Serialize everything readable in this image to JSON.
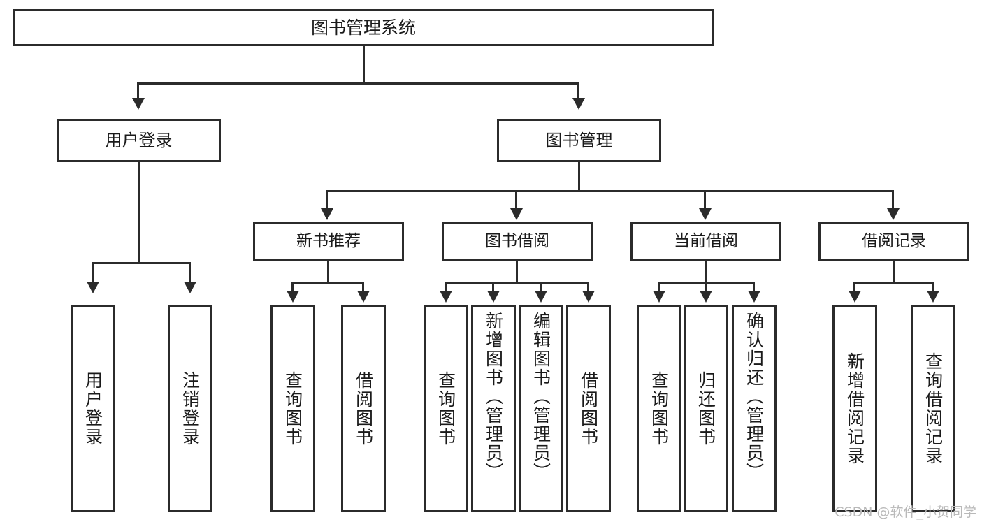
{
  "diagram": {
    "title": "图书管理系统",
    "type": "功能结构图",
    "watermark": "CSDN @软件_小贺同学",
    "colors": {
      "stroke": "#2b2b2b",
      "fill": "#ffffff",
      "text": "#1a1a1a",
      "watermark": "#b9b9b9"
    },
    "root": {
      "label": "图书管理系统"
    },
    "level2": [
      {
        "label": "用户登录"
      },
      {
        "label": "图书管理"
      }
    ],
    "level3": [
      {
        "label": "新书推荐"
      },
      {
        "label": "图书借阅"
      },
      {
        "label": "当前借阅"
      },
      {
        "label": "借阅记录"
      }
    ],
    "leaves": {
      "user_login": [
        {
          "label": "用户登录"
        },
        {
          "label": "注销登录"
        }
      ],
      "new_book_recommend": [
        {
          "label": "查询图书"
        },
        {
          "label": "借阅图书"
        }
      ],
      "book_borrow": [
        {
          "label": "查询图书"
        },
        {
          "label": "新增图书（管理员）"
        },
        {
          "label": "编辑图书（管理员）"
        },
        {
          "label": "借阅图书"
        }
      ],
      "current_borrow": [
        {
          "label": "查询图书"
        },
        {
          "label": "归还图书"
        },
        {
          "label": "确认归还（管理员）"
        }
      ],
      "borrow_record": [
        {
          "label": "新增借阅记录"
        },
        {
          "label": "查询借阅记录"
        }
      ]
    }
  }
}
